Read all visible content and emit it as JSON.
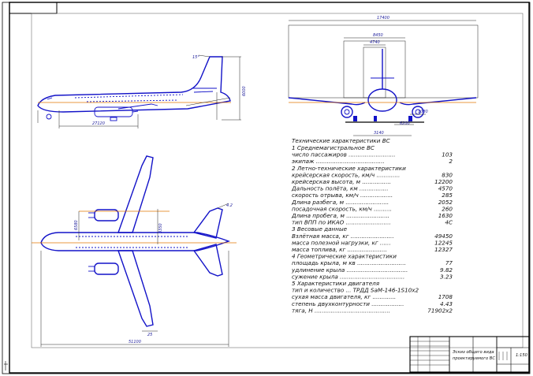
{
  "dimensions": {
    "top_height": "6000",
    "top_length": "27120",
    "tail_angle": "15°",
    "front_span": "17400",
    "front_inner": "8450",
    "front_fin": "4740",
    "front_track": "3140",
    "front_gear": "6200",
    "front_height": "1080",
    "plan_length": "51100",
    "plan_span": "6580",
    "plan_wing_root": "3350",
    "plan_tail": "4.2",
    "plan_angle": "25"
  },
  "specs": {
    "title": "Технические характеристики ВС",
    "lines": [
      {
        "label": "1 Среднемагистральное ВС",
        "value": ""
      },
      {
        "label": "число пассажиров ..........................",
        "value": "103"
      },
      {
        "label": "экипаж ......................................",
        "value": "2"
      },
      {
        "label": "2 Летно-технические характеристики",
        "value": ""
      },
      {
        "label": "крейсерская скорость, км/ч .............",
        "value": "830"
      },
      {
        "label": "крейсерская высота, м ................",
        "value": "12200"
      },
      {
        "label": "Дальность полёта, км ................",
        "value": "4570"
      },
      {
        "label": "скорость отрыва, км/ч ..................",
        "value": "285"
      },
      {
        "label": "Длина разбега, м ........................",
        "value": "2052"
      },
      {
        "label": "посадочная скорость, км/ч ..........",
        "value": "260"
      },
      {
        "label": "Длина пробега, м ........................",
        "value": "1630"
      },
      {
        "label": "тип ВПП по ИКАО .........................",
        "value": "4C"
      },
      {
        "label": "3 Весовые данные",
        "value": ""
      },
      {
        "label": "Взлётная масса, кг ........................",
        "value": "49450"
      },
      {
        "label": "масса полезной нагрузки, кг ......",
        "value": "12245"
      },
      {
        "label": "масса топлива, кг ......................",
        "value": "12327"
      },
      {
        "label": "4 Геометрические характеристики",
        "value": ""
      },
      {
        "label": "площадь крыла, м кв ...........................",
        "value": "77"
      },
      {
        "label": "удлинение крыла ..................................",
        "value": "9.82"
      },
      {
        "label": "сужение крыла ....................................",
        "value": "3.23"
      },
      {
        "label": "5 Характеристики двигателя",
        "value": ""
      },
      {
        "label": "тип и количество ... ТРДД SaM-146-1S10x2",
        "value": ""
      },
      {
        "label": "сухая масса двигателя, кг .............",
        "value": "1708"
      },
      {
        "label": "степень двухконтурности ..................",
        "value": "4.43"
      },
      {
        "label": "тяга, Н ..........................................",
        "value": "71902x2"
      }
    ]
  },
  "title_block": {
    "drawing_title_1": "Эскиз общего вида",
    "drawing_title_2": "проектируемого ВС",
    "scale": "1:150"
  }
}
